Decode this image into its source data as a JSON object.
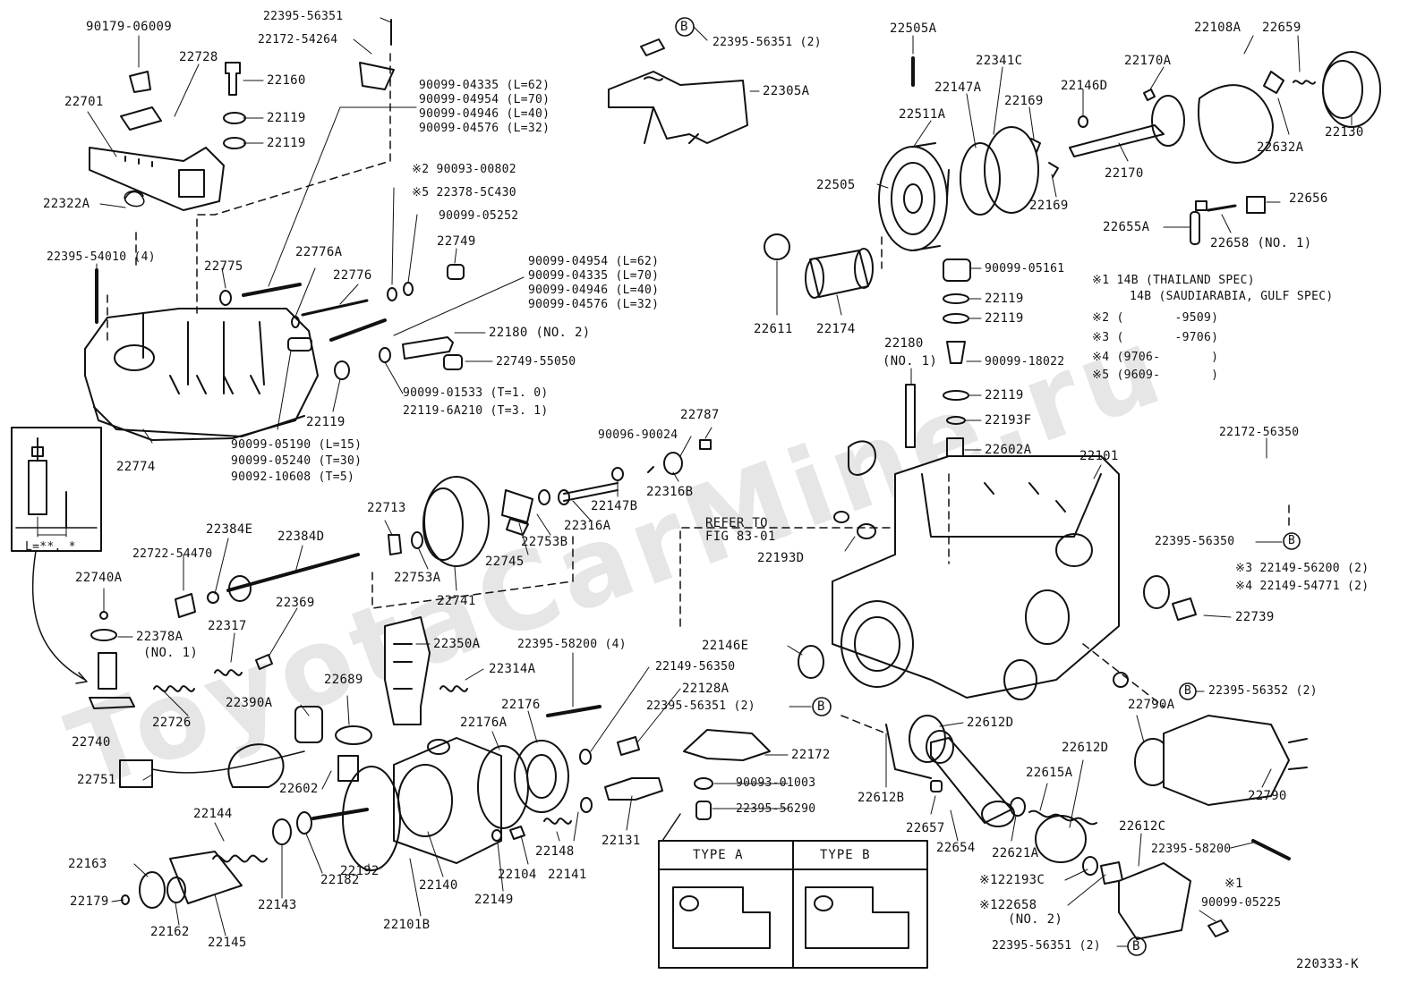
{
  "diagram_id": "220333-K",
  "watermark": "ToyotaCarMine.ru",
  "inset": {
    "dim_label": "L=**. *"
  },
  "refer": "REFER TO\nFIG 83-01",
  "types": {
    "a": "TYPE  A",
    "b": "TYPE  B"
  },
  "notes": [
    "※1 14B (THAILAND SPEC)",
    "14B (SAUDIARABIA, GULF SPEC)",
    "※2 (       -9509)",
    "※3 (       -9706)",
    "※4 (9706-       )",
    "※5 (9609-       )"
  ],
  "labels": [
    {
      "t": "90179-06009"
    },
    {
      "t": "22728"
    },
    {
      "t": "22701"
    },
    {
      "t": "22160"
    },
    {
      "t": "22119"
    },
    {
      "t": "22119"
    },
    {
      "t": "22395-56351"
    },
    {
      "t": "22172-54264"
    },
    {
      "t": "90099-04335 (L=62)"
    },
    {
      "t": "90099-04954 (L=70)"
    },
    {
      "t": "90099-04946 (L=40)"
    },
    {
      "t": "90099-04576 (L=32)"
    },
    {
      "t": "22322A"
    },
    {
      "t": "22395-54010 (4)"
    },
    {
      "t": "22775"
    },
    {
      "t": "22776A"
    },
    {
      "t": "22776"
    },
    {
      "t": "※2  90093-00802"
    },
    {
      "t": "※5  22378-5C430"
    },
    {
      "t": "90099-05252"
    },
    {
      "t": "22749"
    },
    {
      "t": "90099-04954 (L=62)"
    },
    {
      "t": "90099-04335 (L=70)"
    },
    {
      "t": "90099-04946 (L=40)"
    },
    {
      "t": "90099-04576 (L=32)"
    },
    {
      "t": "22180 (NO. 2)"
    },
    {
      "t": "22749-55050"
    },
    {
      "t": "90099-01533 (T=1. 0)"
    },
    {
      "t": "22119-6A210 (T=3. 1)"
    },
    {
      "t": "22119"
    },
    {
      "t": "22774"
    },
    {
      "t": "90099-05190 (L=15)"
    },
    {
      "t": "90099-05240 (T=30)"
    },
    {
      "t": "90092-10608 (T=5)"
    },
    {
      "t": "22395-56351 (2)"
    },
    {
      "t": "22305A"
    },
    {
      "t": "22505A"
    },
    {
      "t": "22341C"
    },
    {
      "t": "22147A"
    },
    {
      "t": "22511A"
    },
    {
      "t": "22169"
    },
    {
      "t": "22146D"
    },
    {
      "t": "22170A"
    },
    {
      "t": "22108A"
    },
    {
      "t": "22659"
    },
    {
      "t": "22130"
    },
    {
      "t": "22632A"
    },
    {
      "t": "22170"
    },
    {
      "t": "22505"
    },
    {
      "t": "22169"
    },
    {
      "t": "22656"
    },
    {
      "t": "22655A"
    },
    {
      "t": "22658 (NO. 1)"
    },
    {
      "t": "22611"
    },
    {
      "t": "22174"
    },
    {
      "t": "90099-05161"
    },
    {
      "t": "22119"
    },
    {
      "t": "22119"
    },
    {
      "t": "22180"
    },
    {
      "t": "(NO. 1)"
    },
    {
      "t": "90099-18022"
    },
    {
      "t": "22119"
    },
    {
      "t": "22193F"
    },
    {
      "t": "22602A"
    },
    {
      "t": "22101"
    },
    {
      "t": "22172-56350"
    },
    {
      "t": "22395-56350"
    },
    {
      "t": "※3  22149-56200 (2)"
    },
    {
      "t": "※4  22149-54771 (2)"
    },
    {
      "t": "22739"
    },
    {
      "t": "22787"
    },
    {
      "t": "90096-90024"
    },
    {
      "t": "22316B"
    },
    {
      "t": "22147B"
    },
    {
      "t": "22316A"
    },
    {
      "t": "22753B"
    },
    {
      "t": "22745"
    },
    {
      "t": "22713"
    },
    {
      "t": "22753A"
    },
    {
      "t": "22741"
    },
    {
      "t": "22193D"
    },
    {
      "t": "22384E"
    },
    {
      "t": "22384D"
    },
    {
      "t": "22722-54470"
    },
    {
      "t": "22740A"
    },
    {
      "t": "22378A"
    },
    {
      "t": "(NO. 1)"
    },
    {
      "t": "22317"
    },
    {
      "t": "22369"
    },
    {
      "t": "22350A"
    },
    {
      "t": "22395-58200 (4)"
    },
    {
      "t": "22314A"
    },
    {
      "t": "22149-56350"
    },
    {
      "t": "22128A"
    },
    {
      "t": "22395-56351 (2)"
    },
    {
      "t": "22146E"
    },
    {
      "t": "22740"
    },
    {
      "t": "22726"
    },
    {
      "t": "22390A"
    },
    {
      "t": "22689"
    },
    {
      "t": "22176"
    },
    {
      "t": "22176A"
    },
    {
      "t": "22612D"
    },
    {
      "t": "22395-56352 (2)"
    },
    {
      "t": "22790A"
    },
    {
      "t": "22751"
    },
    {
      "t": "22602"
    },
    {
      "t": "22172"
    },
    {
      "t": "90093-01003"
    },
    {
      "t": "22395-56290"
    },
    {
      "t": "22612B"
    },
    {
      "t": "22612D"
    },
    {
      "t": "22615A"
    },
    {
      "t": "22790"
    },
    {
      "t": "22657"
    },
    {
      "t": "22144"
    },
    {
      "t": "22163"
    },
    {
      "t": "22148"
    },
    {
      "t": "22131"
    },
    {
      "t": "22654"
    },
    {
      "t": "22621A"
    },
    {
      "t": "22612C"
    },
    {
      "t": "22395-58200"
    },
    {
      "t": "22179"
    },
    {
      "t": "22162"
    },
    {
      "t": "22145"
    },
    {
      "t": "22143"
    },
    {
      "t": "22182"
    },
    {
      "t": "22192"
    },
    {
      "t": "22140"
    },
    {
      "t": "22104"
    },
    {
      "t": "22141"
    },
    {
      "t": "22149"
    },
    {
      "t": "22101B"
    },
    {
      "t": "※122193C"
    },
    {
      "t": "※122658"
    },
    {
      "t": "(NO. 2)"
    },
    {
      "t": "※1"
    },
    {
      "t": "90099-05225"
    },
    {
      "t": "22395-56351 (2)"
    }
  ],
  "markers": [
    "B",
    "B",
    "B",
    "B",
    "B"
  ]
}
